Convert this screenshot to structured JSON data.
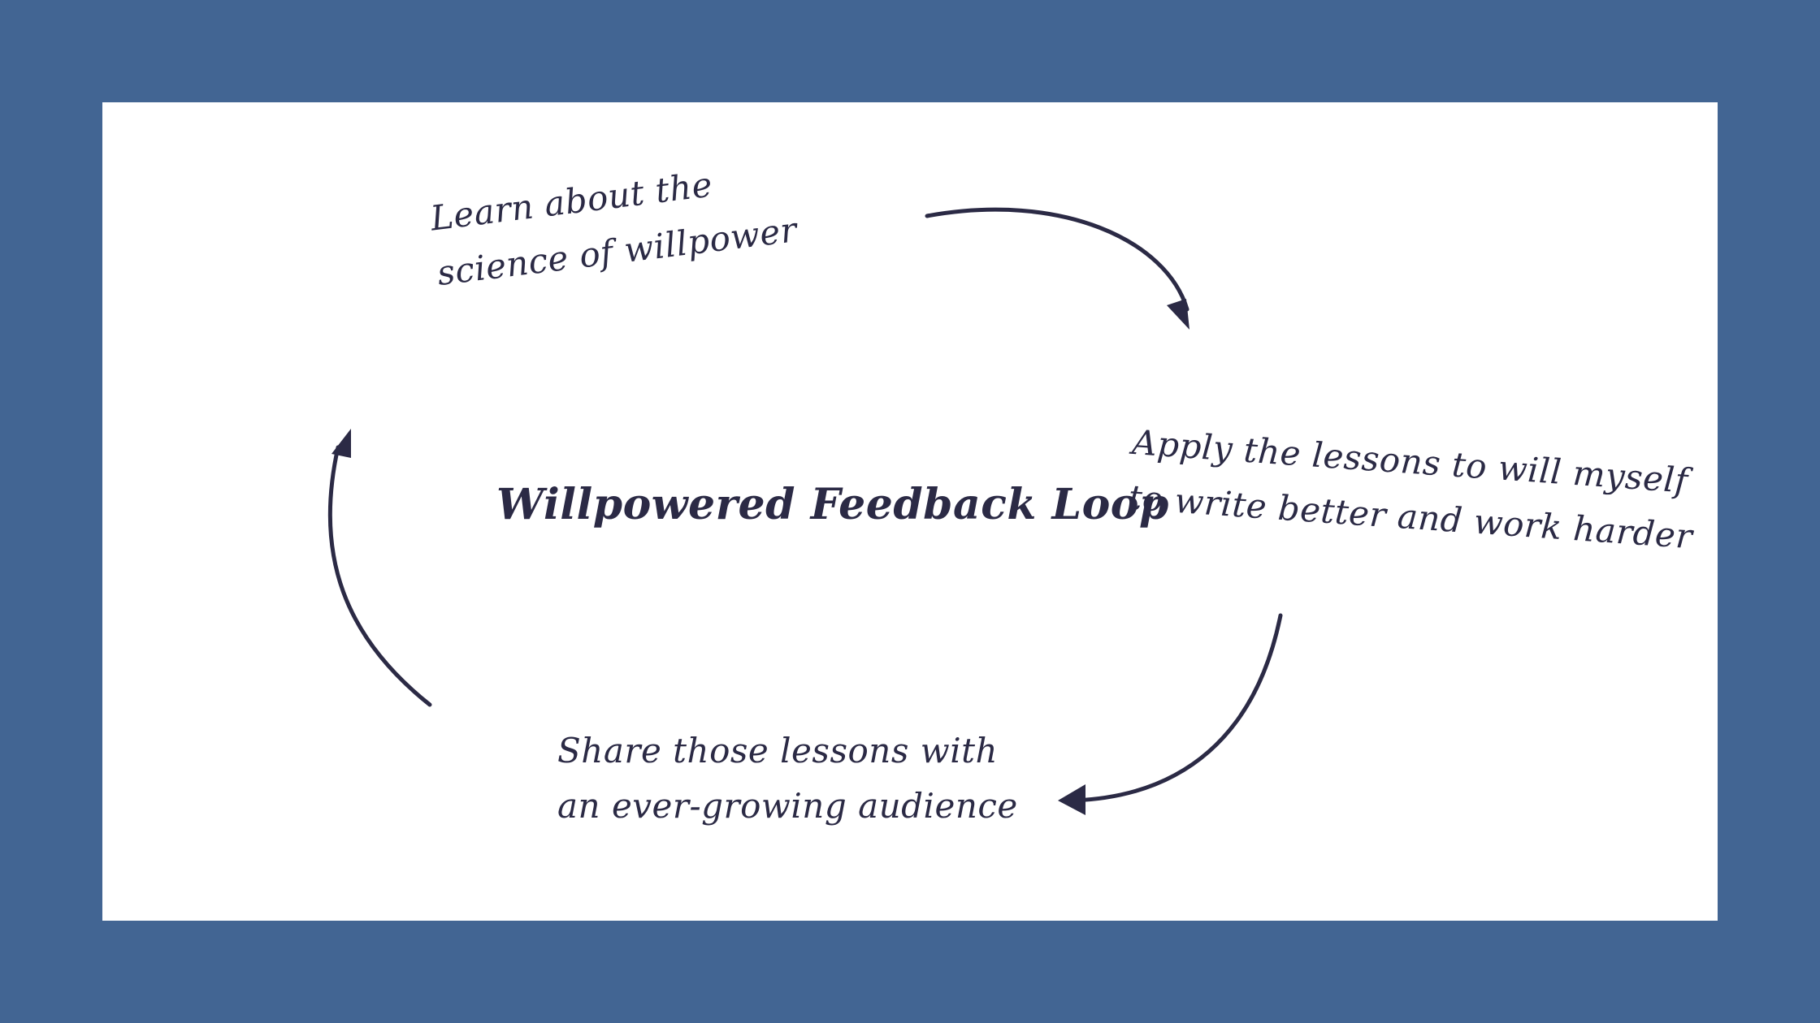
{
  "diagram": {
    "title": "Willpowered Feedback Loop",
    "steps": [
      {
        "lines": [
          "Learn about the",
          "science of willpower"
        ]
      },
      {
        "lines": [
          "Apply the lessons to will myself",
          "to write better and work harder"
        ]
      },
      {
        "lines": [
          "Share those lessons with",
          "an ever-growing audience"
        ]
      }
    ],
    "colors": {
      "background": "#426593",
      "card": "#ffffff",
      "ink": "#2b2a45"
    }
  }
}
